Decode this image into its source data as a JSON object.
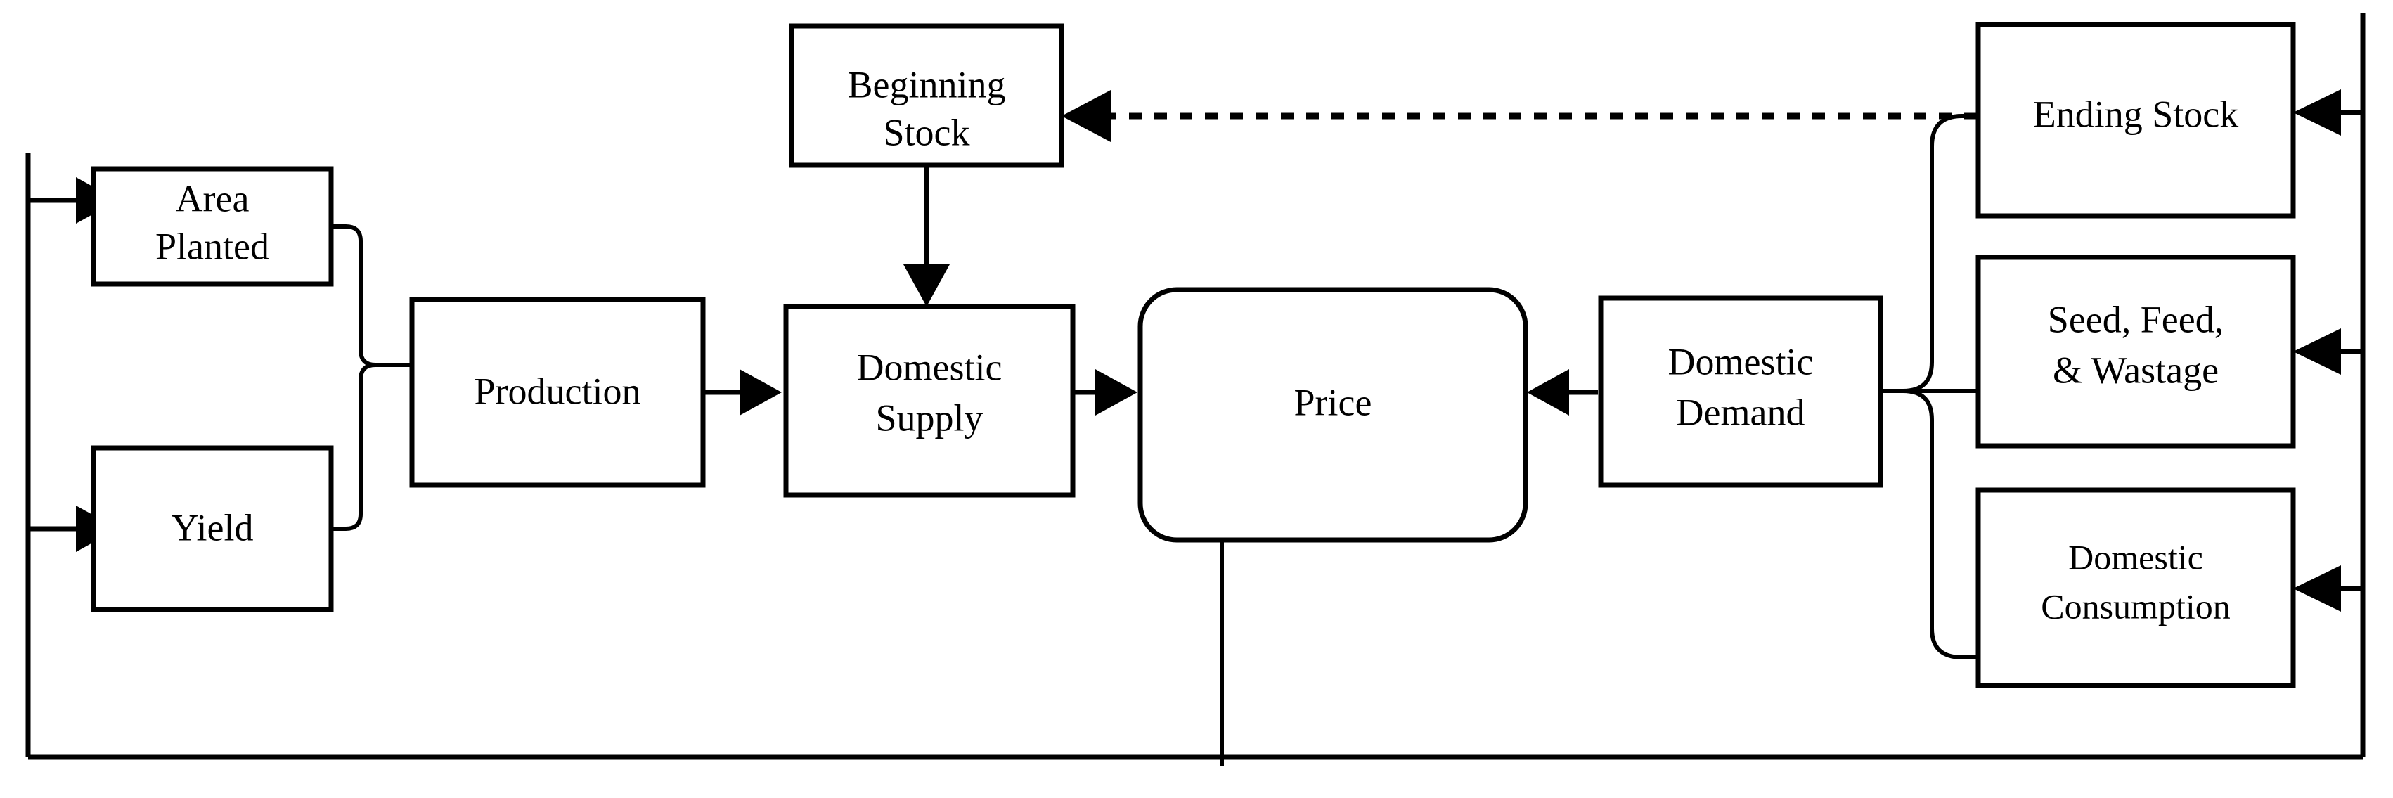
{
  "diagram": {
    "title": "Agricultural commodity market flow diagram",
    "type": "flowchart",
    "colors": {
      "background": "#ffffff",
      "stroke": "#000000",
      "fill": "#ffffff"
    },
    "nodes": [
      {
        "id": "area-planted",
        "label_line1": "Area",
        "label_line2": "Planted",
        "shape": "rect"
      },
      {
        "id": "yield",
        "label_line1": "Yield",
        "label_line2": "",
        "shape": "rect"
      },
      {
        "id": "production",
        "label_line1": "Production",
        "label_line2": "",
        "shape": "rect"
      },
      {
        "id": "beginning-stock",
        "label_line1": "Beginning",
        "label_line2": "Stock",
        "shape": "rect"
      },
      {
        "id": "domestic-supply",
        "label_line1": "Domestic",
        "label_line2": "Supply",
        "shape": "rect"
      },
      {
        "id": "price",
        "label_line1": "Price",
        "label_line2": "",
        "shape": "rounded-rect"
      },
      {
        "id": "domestic-demand",
        "label_line1": "Domestic",
        "label_line2": "Demand",
        "shape": "rect"
      },
      {
        "id": "ending-stock",
        "label_line1": "Ending Stock",
        "label_line2": "",
        "shape": "rect"
      },
      {
        "id": "seed-feed-wastage",
        "label_line1": "Seed, Feed,",
        "label_line2": "& Wastage",
        "shape": "rect"
      },
      {
        "id": "domestic-consumption",
        "label_line1": "Domestic",
        "label_line2": "Consumption",
        "shape": "rect"
      }
    ],
    "edges": [
      {
        "id": "price-to-area-planted",
        "from": "price-feedback-bus",
        "to": "area-planted",
        "style": "solid",
        "arrow": true
      },
      {
        "id": "price-to-yield",
        "from": "price-feedback-bus",
        "to": "yield",
        "style": "solid",
        "arrow": true
      },
      {
        "id": "area-planted-to-production",
        "from": "area-planted",
        "to": "production",
        "style": "solid",
        "arrow": false
      },
      {
        "id": "yield-to-production",
        "from": "yield",
        "to": "production",
        "style": "solid",
        "arrow": false
      },
      {
        "id": "production-to-domestic-supply",
        "from": "production",
        "to": "domestic-supply",
        "style": "solid",
        "arrow": true
      },
      {
        "id": "beginning-stock-to-domestic-supply",
        "from": "beginning-stock",
        "to": "domestic-supply",
        "style": "solid",
        "arrow": true
      },
      {
        "id": "domestic-supply-to-price",
        "from": "domestic-supply",
        "to": "price",
        "style": "solid",
        "arrow": true
      },
      {
        "id": "domestic-demand-to-price",
        "from": "domestic-demand",
        "to": "price",
        "style": "solid",
        "arrow": true
      },
      {
        "id": "ending-stock-to-domestic-demand",
        "from": "ending-stock",
        "to": "domestic-demand",
        "style": "solid",
        "arrow": false
      },
      {
        "id": "seed-feed-wastage-to-domestic-demand",
        "from": "seed-feed-wastage",
        "to": "domestic-demand",
        "style": "solid",
        "arrow": false
      },
      {
        "id": "domestic-consumption-to-domestic-demand",
        "from": "domestic-consumption",
        "to": "domestic-demand",
        "style": "solid",
        "arrow": false
      },
      {
        "id": "ending-stock-to-beginning-stock",
        "from": "ending-stock",
        "to": "beginning-stock",
        "style": "dashed",
        "arrow": true
      },
      {
        "id": "price-to-ending-stock",
        "from": "price-feedback-bus",
        "to": "ending-stock",
        "style": "solid",
        "arrow": true
      },
      {
        "id": "price-to-seed-feed-wastage",
        "from": "price-feedback-bus",
        "to": "seed-feed-wastage",
        "style": "solid",
        "arrow": true
      },
      {
        "id": "price-to-domestic-consumption",
        "from": "price-feedback-bus",
        "to": "domestic-consumption",
        "style": "solid",
        "arrow": true
      },
      {
        "id": "price-feedback-loop",
        "from": "price",
        "to": "price-feedback-bus",
        "style": "solid",
        "arrow": false
      }
    ]
  }
}
